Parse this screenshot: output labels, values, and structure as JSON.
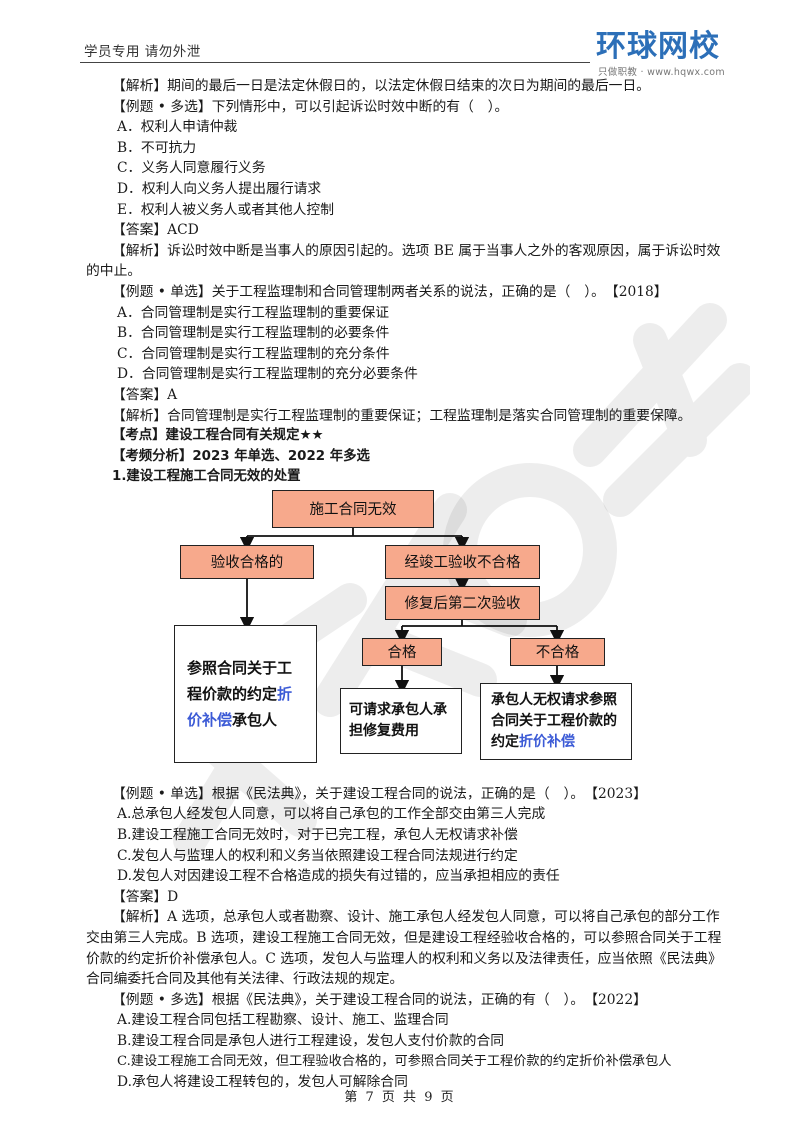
{
  "header": {
    "left_text": "学员专用 请勿外泄",
    "logo_text": "环球网校",
    "logo_sub": "只做职教 · www.hqwx.com"
  },
  "para_top": [
    "【解析】期间的最后一日是法定休假日的，以法定休假日结束的次日为期间的最后一日。",
    "【例题 • 多选】下列情形中，可以引起诉讼时效中断的有（　）。",
    "A．权利人申请仲裁",
    "B．不可抗力",
    "C．义务人同意履行义务",
    "D．权利人向义务人提出履行请求",
    "E．权利人被义务人或者其他人控制",
    "【答案】ACD",
    "【解析】诉讼时效中断是当事人的原因引起的。选项 BE 属于当事人之外的客观原因，属于诉讼时效的中止。",
    "【例题 • 单选】关于工程监理制和合同管理制两者关系的说法，正确的是（　）。　【2018】",
    "A．合同管理制是实行工程监理制的重要保证",
    "B．合同管理制是实行工程监理制的必要条件",
    "C．合同管理制是实行工程监理制的充分条件",
    "D．合同管理制是实行工程监理制的充分必要条件",
    "【答案】A",
    "【解析】合同管理制是实行工程监理制的重要保证；工程监理制是落实合同管理制的重要保障。"
  ],
  "section": {
    "kaodian": "【考点】建设工程合同有关规定★★",
    "frequency": "【考频分析】2023 年单选、2022 年多选",
    "heading": "1.建设工程施工合同无效的处置"
  },
  "diagram": {
    "root": "施工合同无效",
    "left_branch": "验收合格的",
    "right_branch": "经竣工验收不合格",
    "repair": "修复后第二次验收",
    "pass": "合格",
    "fail": "不合格",
    "left_result_a": "参照合同关于工程价款的约定",
    "left_result_hl": "折价补偿",
    "left_result_b": "承包人",
    "pass_result": "可请求承包人承担修复费用",
    "fail_result_a": "承包人无权请求参照合同关于工程价款的约定",
    "fail_result_hl": "折价补偿"
  },
  "para_bottom": [
    "【例题 • 单选】根据《民法典》，关于建设工程合同的说法，正确的是（　）。　【2023】",
    "A.总承包人经发包人同意，可以将自己承包的工作全部交由第三人完成",
    "B.建设工程施工合同无效时，对于已完工程，承包人无权请求补偿",
    "C.发包人与监理人的权利和义务当依照建设工程合同法规进行约定",
    "D.发包人对因建设工程不合格造成的损失有过错的，应当承担相应的责任",
    "【答案】D",
    "【解析】A 选项，总承包人或者勘察、设计、施工承包人经发包人同意，可以将自己承包的部分工作交由第三人完成。B 选项，建设工程施工合同无效，但是建设工程经验收合格的，可以参照合同关于工程价款的约定折价补偿承包人。C 选项，发包人与监理人的权利和义务以及法律责任，应当依照《民法典》合同编委托合同及其他有关法律、行政法规的规定。",
    "【例题 • 多选】根据《民法典》，关于建设工程合同的说法，正确的有（　）。　【2022】",
    "A.建设工程合同包括工程勘察、设计、施工、监理合同",
    "B.建设工程合同是承包人进行工程建设，发包人支付价款的合同",
    "C.建设工程施工合同无效，但工程验收合格的，可参照合同关于工程价款的约定折价补偿承包人",
    "D.承包人将建设工程转包的，发包人可解除合同"
  ],
  "footer": "第 7 页 共 9 页"
}
